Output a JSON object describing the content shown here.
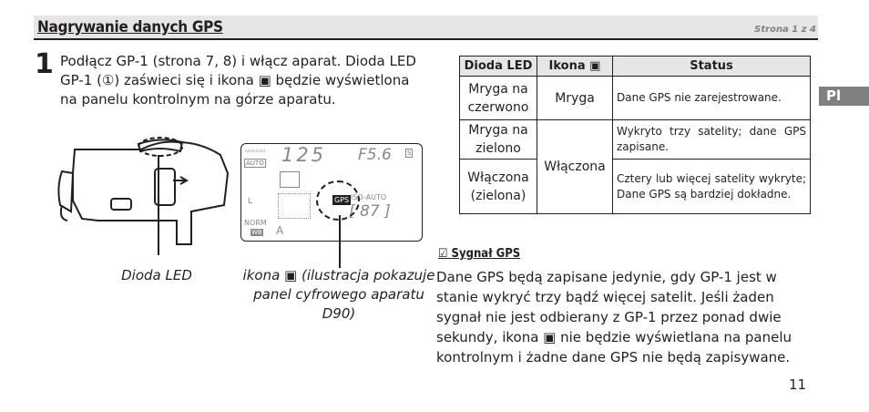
{
  "header": {
    "title": "Nagrywanie danych GPS",
    "page_indicator": "Strona 1 z 4"
  },
  "side_tab": "Pl",
  "step": {
    "number": "1",
    "text": "Podłącz GP-1 (strona 7, 8) i włącz aparat. Dioda LED GP-1 (①) zaświeci się i ikona ▣ będzie wyświetlona na panelu kontrolnym na górze aparatu."
  },
  "figure": {
    "led_label": "Dioda LED",
    "icon_label": "ikona ▣ (ilustracja pokazuje panel cyfrowego aparatu D90)",
    "panel": {
      "shutter": "125",
      "aperture": "F5.6",
      "iso": "ISO-AUTO",
      "count": "[ 87 ]",
      "auto": "AUTO",
      "norm": "NORM",
      "wb": "WB",
      "a": "A",
      "l": "L",
      "gps": "GPS",
      "s": "S"
    }
  },
  "table": {
    "headers": [
      "Dioda LED",
      "Ikona ▣",
      "Status"
    ],
    "rows": [
      {
        "led": "Mryga na czerwono",
        "icon": "Mryga",
        "status": "Dane GPS nie zarejestrowane."
      },
      {
        "led": "Mryga na zielono",
        "icon": "Włączona",
        "status": "Wykryto trzy satelity; dane GPS zapisane."
      },
      {
        "led": "Włączona (zielona)",
        "icon": "",
        "status": "Cztery lub więcej satelity wykryte; Dane GPS są bardziej dokładne."
      }
    ]
  },
  "note": {
    "heading": "☑ Sygnał GPS",
    "body": "Dane GPS będą zapisane jedynie, gdy GP-1 jest w stanie wykryć trzy bądź więcej satelit. Jeśli żaden sygnał nie jest odbierany z GP-1 przez ponad dwie sekundy, ikona ▣ nie będzie wyświetlana na panelu kontrolnym i żadne dane GPS nie będą zapisywane."
  },
  "page_number": "11"
}
